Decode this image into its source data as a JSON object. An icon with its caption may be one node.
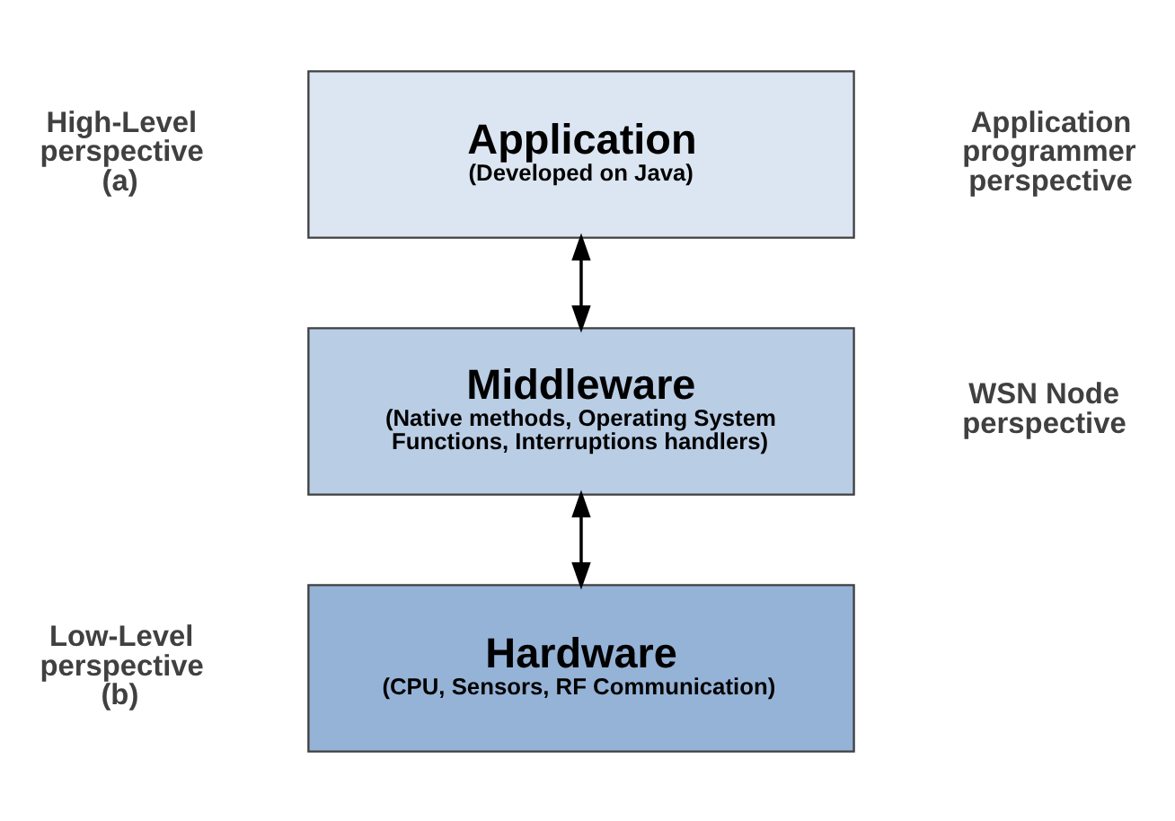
{
  "diagram": {
    "nodes": [
      {
        "text": [
          "Application",
          "(Developed on Java)"
        ]
      },
      {
        "text": [
          "Middleware",
          "(Native methods, Operating System Functions, Interruptions handlers)"
        ]
      },
      {
        "text": [
          "Hardware",
          "(CPU, Sensors, RF Communication)"
        ]
      }
    ],
    "edges": [
      {
        "from": 0,
        "to": 1,
        "arrow": "both"
      },
      {
        "from": 1,
        "to": 2,
        "arrow": "both"
      }
    ],
    "labels": [
      "High-Level perspective (a)",
      "Application programmer perspective",
      "WSN Node perspective",
      "Low-Level perspective (b)"
    ]
  }
}
